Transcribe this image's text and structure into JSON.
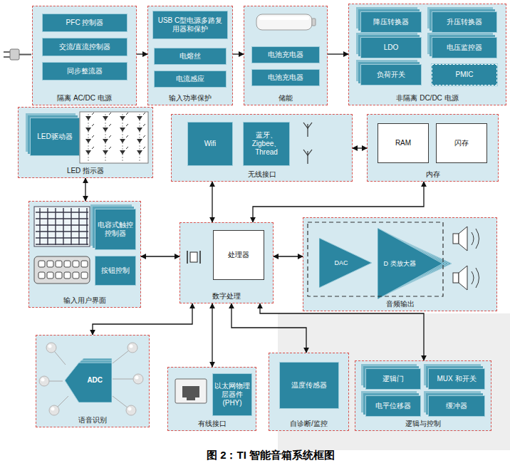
{
  "diagram": {
    "caption": "图 2：TI 智能音箱系统框图",
    "nodes": [
      {
        "text": [
          "隔离 AC/DC 电源"
        ]
      },
      {
        "text": [
          "PFC 控制器"
        ],
        "in": 0
      },
      {
        "text": [
          "交流/直流控制器"
        ],
        "in": 0
      },
      {
        "text": [
          "同步整流器"
        ],
        "in": 0
      },
      {
        "text": [
          "输入功率保护"
        ]
      },
      {
        "text": [
          "USB C型电源多路复用器和保护"
        ],
        "in": 4
      },
      {
        "text": [
          "电熔丝"
        ],
        "in": 4
      },
      {
        "text": [
          "电流感应"
        ],
        "in": 4
      },
      {
        "text": [
          "储能"
        ]
      },
      {
        "text": [
          "电池充电器"
        ],
        "in": 8
      },
      {
        "text": [
          "电池充电器"
        ],
        "in": 8
      },
      {
        "text": [
          "非隔离 DC/DC 电源"
        ]
      },
      {
        "text": [
          "降压转换器"
        ],
        "in": 11
      },
      {
        "text": [
          "升压转换器"
        ],
        "in": 11
      },
      {
        "text": [
          "LDO"
        ],
        "in": 11
      },
      {
        "text": [
          "电压监控器"
        ],
        "in": 11
      },
      {
        "text": [
          "负荷开关"
        ],
        "in": 11
      },
      {
        "text": [
          "PMIC"
        ],
        "in": 11
      },
      {
        "text": [
          "LED 指示器"
        ]
      },
      {
        "text": [
          "LED驱动器"
        ],
        "in": 18
      },
      {
        "text": [
          "无线接口"
        ]
      },
      {
        "text": [
          "Wifi"
        ],
        "in": 20
      },
      {
        "text": [
          "蓝牙、Zigbee、Thread"
        ],
        "in": 20
      },
      {
        "text": [
          "内存"
        ]
      },
      {
        "text": [
          "RAM"
        ],
        "in": 23
      },
      {
        "text": [
          "闪存"
        ],
        "in": 23
      },
      {
        "text": [
          "输入用户界面"
        ]
      },
      {
        "text": [
          "电容式触控控制器"
        ],
        "in": 26
      },
      {
        "text": [
          "按钮控制"
        ],
        "in": 26
      },
      {
        "text": [
          "数字处理"
        ]
      },
      {
        "text": [
          "处理器"
        ],
        "in": 29
      },
      {
        "text": [
          "音频输出"
        ]
      },
      {
        "text": [
          "DAC"
        ],
        "in": 31
      },
      {
        "text": [
          "D 类放大器"
        ],
        "in": 31
      },
      {
        "text": [
          "语音识别"
        ]
      },
      {
        "text": [
          "ADC"
        ],
        "in": 34
      },
      {
        "text": [
          "有线接口"
        ]
      },
      {
        "text": [
          "以太网物理层器件 (PHY)"
        ],
        "in": 36
      },
      {
        "text": [
          "自诊断/监控"
        ]
      },
      {
        "text": [
          "温度传感器"
        ],
        "in": 38
      },
      {
        "text": [
          "逻辑与控制"
        ]
      },
      {
        "text": [
          "逻辑门"
        ],
        "in": 40
      },
      {
        "text": [
          "MUX 和开关"
        ],
        "in": 40
      },
      {
        "text": [
          "电平位移器"
        ],
        "in": 40
      },
      {
        "text": [
          "缓冲器"
        ],
        "in": 40
      }
    ],
    "edges": [
      {
        "from": 0,
        "to": 4,
        "arrow": "to"
      },
      {
        "from": 4,
        "to": 8,
        "arrow": "to"
      },
      {
        "from": 8,
        "to": 11,
        "arrow": "to"
      },
      {
        "from": 18,
        "to": 26,
        "arrow": "both"
      },
      {
        "from": 26,
        "to": 29,
        "arrow": "both"
      },
      {
        "from": 29,
        "to": 20,
        "arrow": "both"
      },
      {
        "from": 29,
        "to": 23,
        "arrow": "both"
      },
      {
        "from": 20,
        "to": 23,
        "arrow": "both"
      },
      {
        "from": 29,
        "to": 31,
        "arrow": "both"
      },
      {
        "from": 29,
        "to": 34,
        "arrow": "both"
      },
      {
        "from": 29,
        "to": 36,
        "arrow": "both"
      },
      {
        "from": 29,
        "to": 38,
        "arrow": "both"
      },
      {
        "from": 29,
        "to": 40,
        "arrow": "both"
      }
    ]
  }
}
